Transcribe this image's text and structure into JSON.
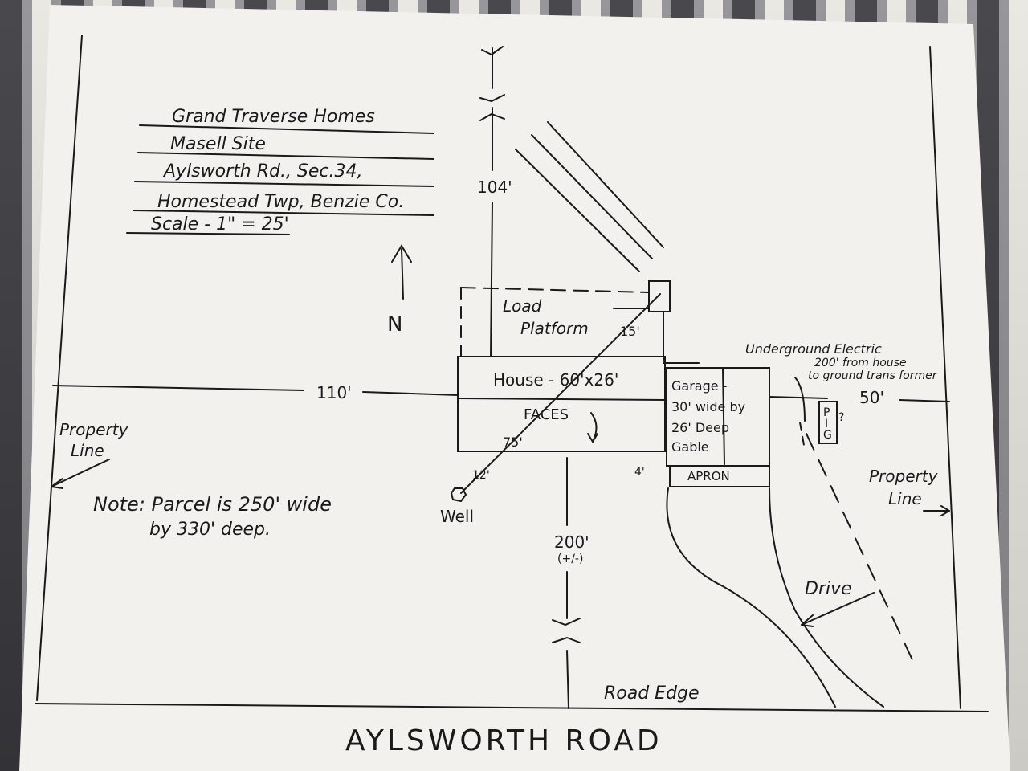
{
  "title_block": {
    "line1": "Grand Traverse Homes",
    "line2": "Masell Site",
    "line3": "Aylsworth Rd., Sec.34,",
    "line4": "Homestead Twp, Benzie Co.",
    "line5": "Scale - 1\" = 25'"
  },
  "north_label": "N",
  "dims": {
    "north_setback": "104'",
    "west_setback": "110'",
    "east_setback": "50'",
    "south_setback": "200'",
    "south_setback_note": "(+/-)",
    "load_platform_depth": "15'",
    "well_distance": "75'",
    "well_offset": "12'",
    "garage_gap": "4'"
  },
  "labels": {
    "load_platform_1": "Load",
    "load_platform_2": "Platform",
    "house": "House - 60'x26'",
    "faces": "FACES",
    "garage_1": "Garage -",
    "garage_2": "30' wide by",
    "garage_3": "26' Deep",
    "garage_4": "Gable",
    "apron": "APRON",
    "electric_1": "Underground Electric",
    "electric_2": "200' from house",
    "electric_3": "to ground trans former",
    "pig_1": "P",
    "pig_2": "I",
    "pig_3": "G",
    "pig_q": "?",
    "property_line_w1": "Property",
    "property_line_w2": "Line",
    "property_line_e1": "Property",
    "property_line_e2": "Line",
    "well": "Well",
    "note_1": "Note: Parcel is 250' wide",
    "note_2": "by 330' deep.",
    "drive": "Drive",
    "road_edge": "Road Edge",
    "road": "AYLSWORTH ROAD"
  }
}
